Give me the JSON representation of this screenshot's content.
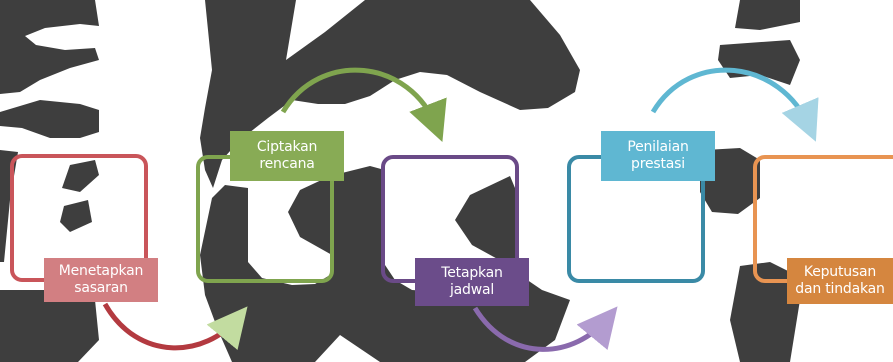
{
  "steps": [
    {
      "label": "Menetapkan sasaran",
      "color": "#c9555a",
      "label_color": "#d27f82"
    },
    {
      "label": "Ciptakan rencana",
      "color": "#7fa44e",
      "label_color": "#88ab55"
    },
    {
      "label": "Tetapkan jadwal",
      "color": "#6a4a87",
      "label_color": "#6b4c8a"
    },
    {
      "label": "Penilaian prestasi",
      "color": "#3a8aa6",
      "label_color": "#5fb7d2"
    },
    {
      "label": "Keputusan dan tindakan",
      "color": "#e89452",
      "label_color": "#d5863f"
    }
  ],
  "watermark": {
    "color": "#2e2e2e"
  }
}
